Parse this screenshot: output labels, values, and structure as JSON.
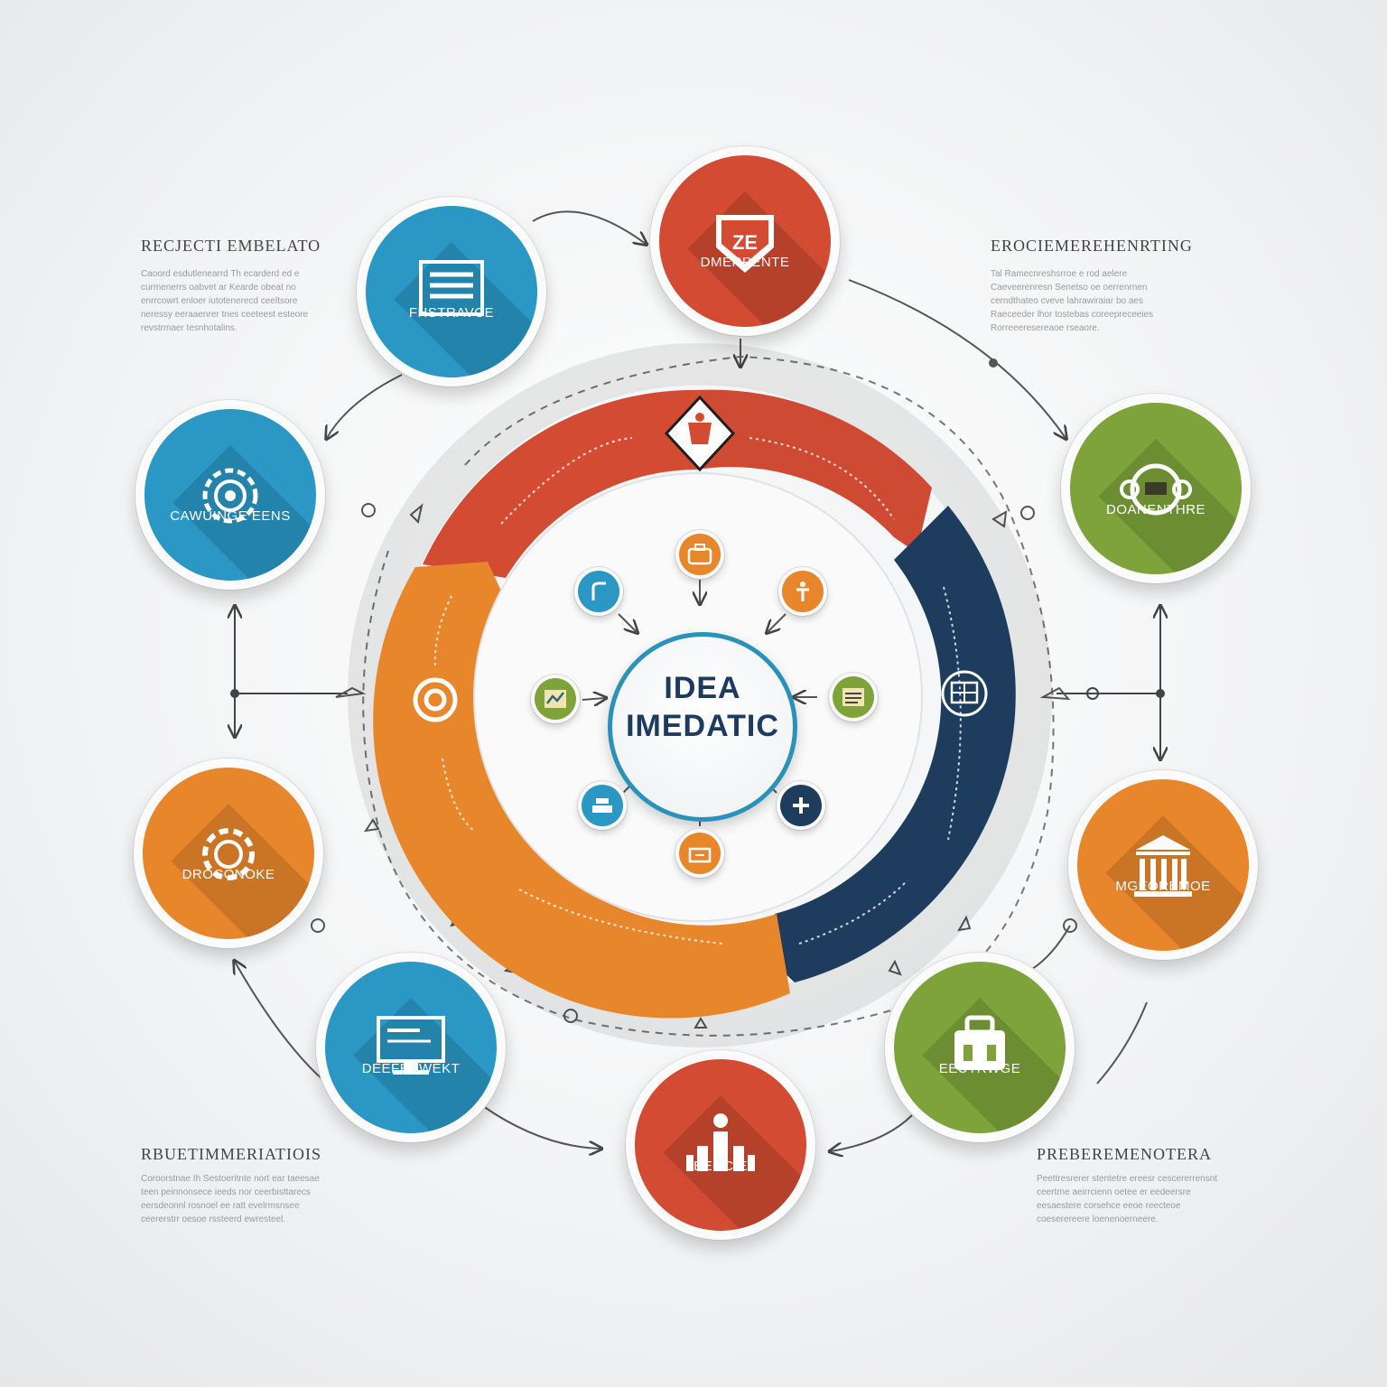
{
  "hub": {
    "line1": "IDEA",
    "line2": "IMEDATIC"
  },
  "nodes": [
    {
      "key": "top-left",
      "label": "FHSTRAVCE",
      "color": "#2a97c4",
      "icon": "list-icon"
    },
    {
      "key": "top-center",
      "label": "DMERPENTE",
      "color": "#d24b32",
      "icon": "badge-icon"
    },
    {
      "key": "left-upper",
      "label": "CAWUINGE EENS",
      "color": "#2a97c4",
      "icon": "gear-icon"
    },
    {
      "key": "right-upper",
      "label": "DOANENTHRE",
      "color": "#7da33a",
      "icon": "face-icon"
    },
    {
      "key": "left-lower",
      "label": "DROCONOKE",
      "color": "#e8862c",
      "icon": "cog-icon"
    },
    {
      "key": "right-lower",
      "label": "MGEOREMOE",
      "color": "#e8862c",
      "icon": "building-icon"
    },
    {
      "key": "bottom-left",
      "label": "DEEFRAWEKT",
      "color": "#2a97c4",
      "icon": "monitor-icon"
    },
    {
      "key": "bottom-right",
      "label": "EEUTRWGE",
      "color": "#7da33a",
      "icon": "bag-icon"
    },
    {
      "key": "bottom-center",
      "label": "BEOCIE",
      "color": "#d24b32",
      "icon": "bar-chart-icon"
    }
  ],
  "side_blocks": [
    {
      "key": "top-left",
      "title": "RECJECTI EMBELATO",
      "lines": [
        "Caoord esdutlenearrd Th ecarderd ed e",
        "curmenerrs oabvet ar Kearde obeat no",
        "enrrcowrt enloer iutotenerecd ceeltsore",
        "neressy eeraaenrer tnes ceeteest esteore",
        "revstrmaer tesnhotalins."
      ]
    },
    {
      "key": "top-right",
      "title": "EROCIEMEREHENRTING",
      "lines": [
        "Tal Ramecnreshsrroe e rod aelere",
        "Caeveerenresn Senetso oe oerrenrnen",
        "cerndthateo cveve lahrawiraiar bo aes",
        "Raeceeder lhor tostebas coreepreceeies",
        "Rorreeeresereaoe rseaore."
      ]
    },
    {
      "key": "bottom-left",
      "title": "RBUETIMMERIATIOIS",
      "lines": [
        "Coroorstnae Ih Sestoeritnte nort ear taeesae",
        "teen peinnonsece ieeds nor ceerbisttarecs",
        "eersdeonnl rosnoel ee ratt evelrmsnsee",
        "ceererstrr oesoe rssteerd ewresteel."
      ]
    },
    {
      "key": "bottom-right",
      "title": "PREBEREMENOTERA",
      "lines": [
        "Peettresrerer stentetre ereesr cescererrensnt",
        "ceertrne aeirrcienn oetee er eedeersre",
        "eesaestere corsehce eeoe reecteoe",
        "coeserereere loenenoerneere."
      ]
    }
  ],
  "mini_icons": [
    {
      "icon": "briefcase-icon",
      "color": "#e8862c"
    },
    {
      "icon": "hook-icon",
      "color": "#2a97c4"
    },
    {
      "icon": "figure-icon",
      "color": "#e8862c"
    },
    {
      "icon": "chart-icon",
      "color": "#7da33a"
    },
    {
      "icon": "doc-icon",
      "color": "#7da33a"
    },
    {
      "icon": "stack-icon",
      "color": "#2a97c4"
    },
    {
      "icon": "plus-icon",
      "color": "#1e3d5e"
    },
    {
      "icon": "box-icon",
      "color": "#e8862c"
    }
  ],
  "ring_colors": {
    "red": "#d24b32",
    "orange": "#e8862c",
    "navy": "#1e3d5e"
  }
}
